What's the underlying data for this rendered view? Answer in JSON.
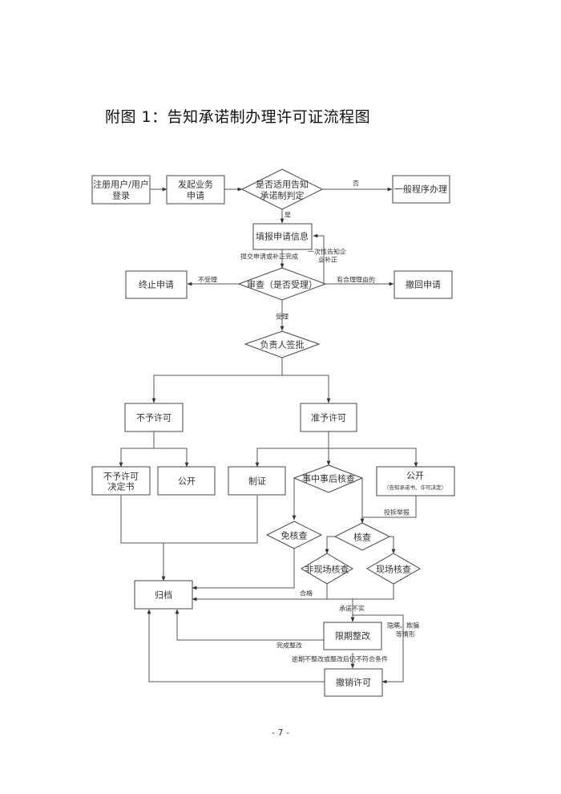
{
  "title": "附图 1：告知承诺制办理许可证流程图",
  "page_number": "- 7 -",
  "nodes": {
    "register": {
      "label": [
        "注册用户/用户",
        "登录"
      ],
      "shape": "rect"
    },
    "initiate": {
      "label": [
        "发起业务",
        "申请"
      ],
      "shape": "rect"
    },
    "applicable": {
      "label": [
        "是否适用告知",
        "承诺制判定"
      ],
      "shape": "diamond"
    },
    "general": {
      "label": [
        "一般程序办理"
      ],
      "shape": "rect"
    },
    "fill_info": {
      "label": [
        "填报申请信息"
      ],
      "shape": "rect"
    },
    "review": {
      "label": [
        "审查（是否受理）"
      ],
      "shape": "diamond"
    },
    "terminate": {
      "label": [
        "终止申请"
      ],
      "shape": "rect"
    },
    "withdraw": {
      "label": [
        "撤回申请"
      ],
      "shape": "rect"
    },
    "approve_sign": {
      "label": [
        "负责人签批"
      ],
      "shape": "diamond"
    },
    "deny": {
      "label": [
        "不予许可"
      ],
      "shape": "rect"
    },
    "grant": {
      "label": [
        "准予许可"
      ],
      "shape": "rect"
    },
    "deny_decision": {
      "label": [
        "不予许可",
        "决定书"
      ],
      "shape": "rect"
    },
    "deny_publish": {
      "label": [
        "公开"
      ],
      "shape": "rect"
    },
    "issue_cert": {
      "label": [
        "制证"
      ],
      "shape": "rect"
    },
    "post_check": {
      "label": [
        "事中事后核查"
      ],
      "shape": "diamond"
    },
    "grant_publish": {
      "label": [
        "公开"
      ],
      "sublabel": "（告知承诺书、许可决定）",
      "shape": "rect"
    },
    "exempt_check": {
      "label": [
        "免核查"
      ],
      "shape": "diamond"
    },
    "check": {
      "label": [
        "核查"
      ],
      "shape": "diamond"
    },
    "offsite_check": {
      "label": [
        "非现场核查"
      ],
      "shape": "diamond"
    },
    "onsite_check": {
      "label": [
        "现场核查"
      ],
      "shape": "diamond"
    },
    "archive": {
      "label": [
        "归档"
      ],
      "shape": "rect"
    },
    "rectify": {
      "label": [
        "限期整改"
      ],
      "shape": "rect"
    },
    "revoke": {
      "label": [
        "撤销许可"
      ],
      "shape": "rect"
    }
  },
  "edge_labels": {
    "no": "否",
    "yes": "是",
    "submit_done": "提交申请或补正完成",
    "one_time_notice": [
      "一次性告知企",
      "业补正"
    ],
    "not_accepted": "不受理",
    "reasonable": "有合理理由的",
    "accepted": "受理",
    "complaint": "投拆举报",
    "qualified": "合格",
    "promise_false": "承诺不实",
    "concealment": [
      "隐瞒、欺骗",
      "等情形"
    ],
    "rectify_done": "完成整改",
    "overdue": "逾期不整改或整改后仍不符合条件"
  }
}
